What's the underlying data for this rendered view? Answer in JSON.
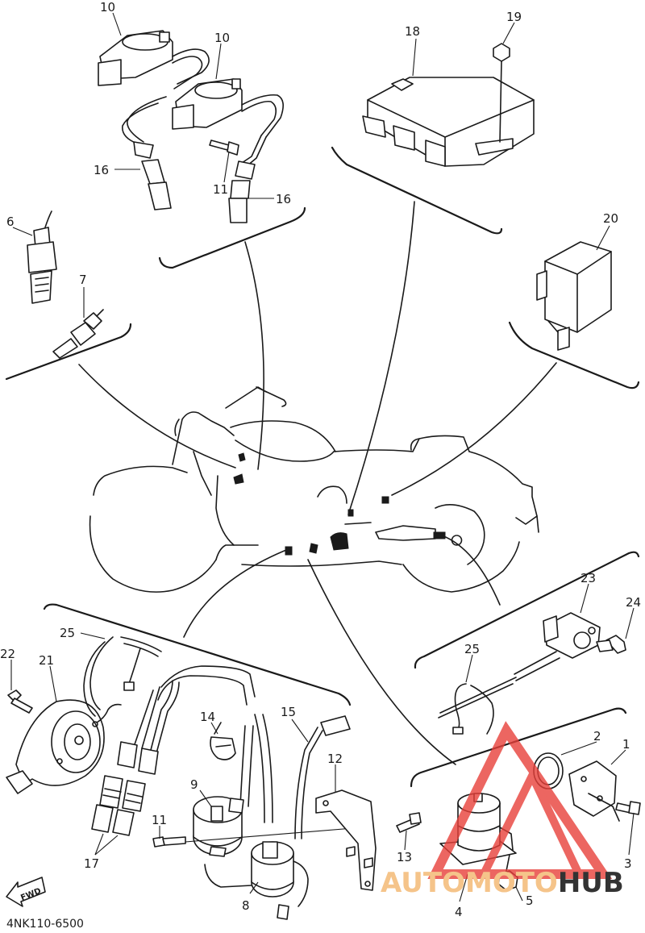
{
  "diagram_code": "4NK110-6500",
  "direction_label": "FWD",
  "watermark": {
    "text_part1": "AUTO",
    "text_part2": "MOTO",
    "text_part3": "HUB",
    "color_light": "#f5c48a",
    "color_dark": "#333333",
    "triangle_color": "#e8403a"
  },
  "callouts": {
    "c1": "1",
    "c2": "2",
    "c3": "3",
    "c4": "4",
    "c5": "5",
    "c6": "6",
    "c7": "7",
    "c8": "8",
    "c9": "9",
    "c10a": "10",
    "c10b": "10",
    "c11a": "11",
    "c11b": "11",
    "c12": "12",
    "c13": "13",
    "c14": "14",
    "c15": "15",
    "c16a": "16",
    "c16b": "16",
    "c17": "17",
    "c18": "18",
    "c19": "19",
    "c20": "20",
    "c21": "21",
    "c22": "22",
    "c23": "23",
    "c24": "24",
    "c25a": "25",
    "c25b": "25"
  }
}
